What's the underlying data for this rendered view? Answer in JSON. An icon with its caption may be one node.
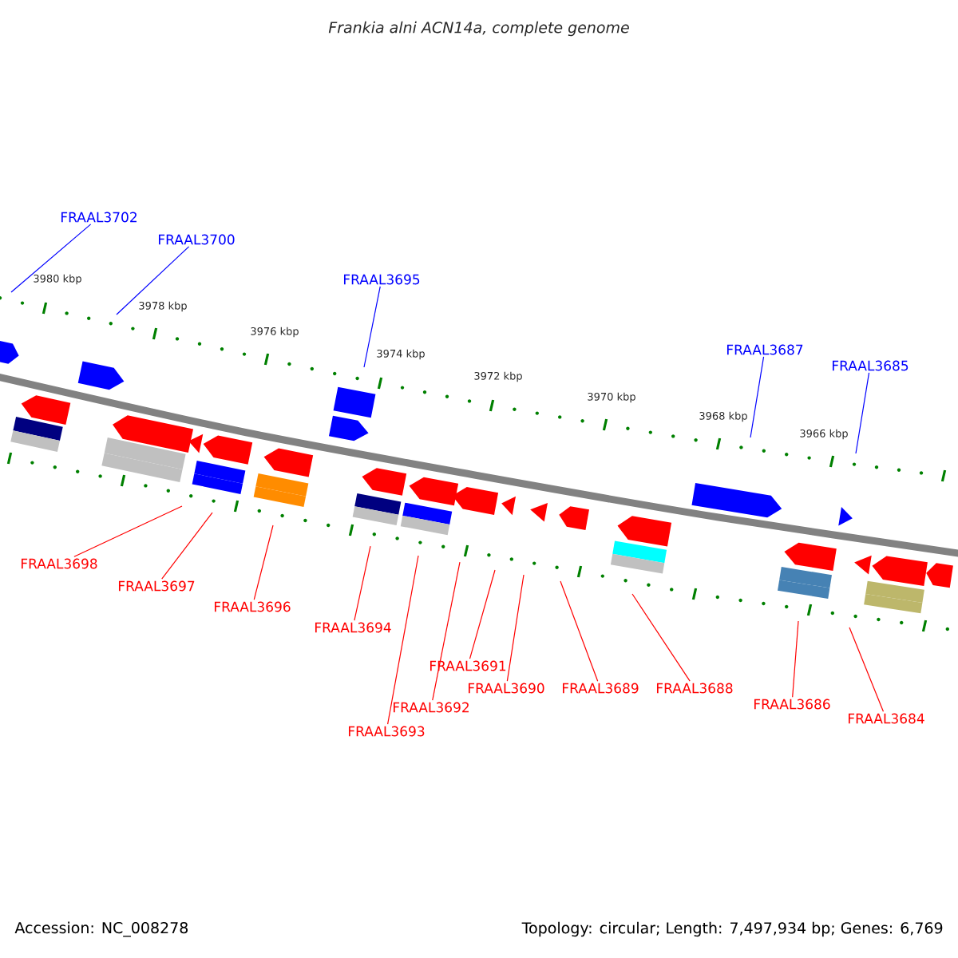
{
  "diagram": {
    "title": "Frankia alni ACN14a, complete genome",
    "nodes": [
      {
        "text": [
          "FRAAL3702"
        ]
      },
      {
        "text": [
          "FRAAL3700"
        ]
      },
      {
        "text": [
          "FRAAL3695"
        ]
      },
      {
        "text": [
          "FRAAL3687"
        ]
      },
      {
        "text": [
          "FRAAL3685"
        ]
      },
      {
        "text": [
          "FRAAL3698"
        ]
      },
      {
        "text": [
          "FRAAL3697"
        ]
      },
      {
        "text": [
          "FRAAL3696"
        ]
      },
      {
        "text": [
          "FRAAL3694"
        ]
      },
      {
        "text": [
          "FRAAL3691"
        ]
      },
      {
        "text": [
          "FRAAL3692"
        ]
      },
      {
        "text": [
          "FRAAL3690"
        ]
      },
      {
        "text": [
          "FRAAL3689"
        ]
      },
      {
        "text": [
          "FRAAL3688"
        ]
      },
      {
        "text": [
          "FRAAL3693"
        ]
      },
      {
        "text": [
          "FRAAL3686"
        ]
      },
      {
        "text": [
          "FRAAL3684"
        ]
      }
    ],
    "edges": [
      {
        "from": 0,
        "to": null,
        "arrow": "none",
        "color": "#0000ff"
      },
      {
        "from": 1,
        "to": null,
        "arrow": "none",
        "color": "#0000ff"
      },
      {
        "from": 2,
        "to": null,
        "arrow": "none",
        "color": "#0000ff"
      },
      {
        "from": 3,
        "to": null,
        "arrow": "none",
        "color": "#0000ff"
      },
      {
        "from": 4,
        "to": null,
        "arrow": "none",
        "color": "#0000ff"
      },
      {
        "from": 5,
        "to": null,
        "arrow": "none"
      },
      {
        "from": 6,
        "to": null,
        "arrow": "none"
      },
      {
        "from": 7,
        "to": null,
        "arrow": "none"
      },
      {
        "from": 8,
        "to": null,
        "arrow": "none"
      },
      {
        "from": 9,
        "to": null,
        "arrow": "none"
      },
      {
        "from": 10,
        "to": null,
        "arrow": "none"
      },
      {
        "from": 11,
        "to": null,
        "arrow": "none"
      },
      {
        "from": 12,
        "to": null,
        "arrow": "none"
      },
      {
        "from": 13,
        "to": null,
        "arrow": "none"
      },
      {
        "from": 14,
        "to": null,
        "arrow": "none"
      },
      {
        "from": 15,
        "to": null,
        "arrow": "none"
      },
      {
        "from": 16,
        "to": null,
        "arrow": "none"
      }
    ],
    "labels": [
      "3980 kbp",
      "3978 kbp",
      "3976 kbp",
      "3974 kbp",
      "3972 kbp",
      "3970 kbp",
      "3968 kbp",
      "3966 kbp",
      "Accession: NC_008278",
      "Topology: circular; Length: 7,497,934 bp; Genes: 6,769"
    ]
  }
}
